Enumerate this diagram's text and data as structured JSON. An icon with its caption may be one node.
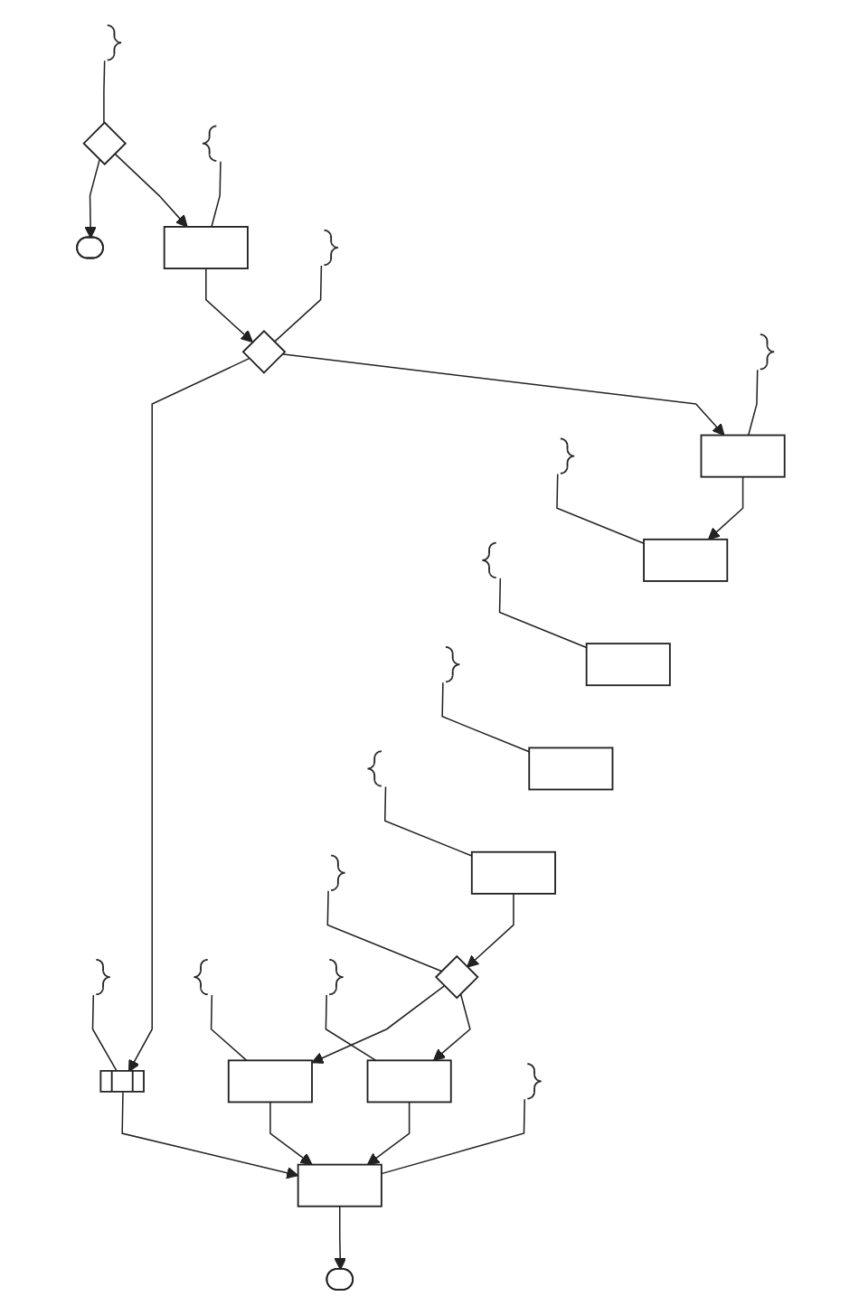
{
  "diagram": {
    "nodes": [
      {
        "text": [],
        "shape": "bracket"
      },
      {
        "text": [],
        "shape": "diamond"
      },
      {
        "text": [],
        "shape": "stadium"
      },
      {
        "text": [],
        "shape": "box"
      },
      {
        "text": [],
        "shape": "bracket"
      },
      {
        "text": [],
        "shape": "bracket"
      },
      {
        "text": [],
        "shape": "diamond"
      },
      {
        "text": [],
        "shape": "subroutine"
      },
      {
        "text": [],
        "shape": "bracket"
      },
      {
        "text": [],
        "shape": "box"
      },
      {
        "text": [],
        "shape": "bracket"
      },
      {
        "text": [],
        "shape": "bracket"
      },
      {
        "text": [],
        "shape": "box"
      },
      {
        "text": [],
        "shape": "box"
      },
      {
        "text": [],
        "shape": "bracket"
      },
      {
        "text": [],
        "shape": "bracket"
      },
      {
        "text": [],
        "shape": "box"
      },
      {
        "text": [],
        "shape": "box"
      },
      {
        "text": [],
        "shape": "bracket"
      },
      {
        "text": [],
        "shape": "bracket"
      },
      {
        "text": [],
        "shape": "diamond"
      },
      {
        "text": [],
        "shape": "bracket"
      },
      {
        "text": [],
        "shape": "bracket"
      },
      {
        "text": [],
        "shape": "box"
      },
      {
        "text": [],
        "shape": "box"
      },
      {
        "text": [],
        "shape": "bracket"
      },
      {
        "text": [],
        "shape": "box"
      },
      {
        "text": [],
        "shape": "stadium"
      }
    ],
    "edges": [
      {
        "from": 0,
        "to": 1,
        "arrow": "none"
      },
      {
        "from": 1,
        "to": 2,
        "arrow": "to"
      },
      {
        "from": 1,
        "to": 3,
        "arrow": "to"
      },
      {
        "from": 4,
        "to": 3,
        "arrow": "none"
      },
      {
        "from": 3,
        "to": 6,
        "arrow": "to"
      },
      {
        "from": 5,
        "to": 6,
        "arrow": "none"
      },
      {
        "from": 6,
        "to": 7,
        "arrow": "to"
      },
      {
        "from": 6,
        "to": 9,
        "arrow": "to"
      },
      {
        "from": 10,
        "to": 7,
        "arrow": "none"
      },
      {
        "from": 8,
        "to": 9,
        "arrow": "none"
      },
      {
        "from": 9,
        "to": 12,
        "arrow": "to"
      },
      {
        "from": 11,
        "to": 12,
        "arrow": "none"
      },
      {
        "from": 14,
        "to": 13,
        "arrow": "none"
      },
      {
        "from": 15,
        "to": 16,
        "arrow": "none"
      },
      {
        "from": 18,
        "to": 17,
        "arrow": "none"
      },
      {
        "from": 17,
        "to": 20,
        "arrow": "to"
      },
      {
        "from": 19,
        "to": 20,
        "arrow": "none"
      },
      {
        "from": 20,
        "to": 24,
        "arrow": "to"
      },
      {
        "from": 20,
        "to": 23,
        "arrow": "to"
      },
      {
        "from": 21,
        "to": 24,
        "arrow": "none"
      },
      {
        "from": 22,
        "to": 23,
        "arrow": "none"
      },
      {
        "from": 23,
        "to": 26,
        "arrow": "to"
      },
      {
        "from": 24,
        "to": 26,
        "arrow": "to"
      },
      {
        "from": 7,
        "to": 26,
        "arrow": "to"
      },
      {
        "from": 25,
        "to": 26,
        "arrow": "none"
      },
      {
        "from": 26,
        "to": 27,
        "arrow": "to"
      }
    ]
  }
}
